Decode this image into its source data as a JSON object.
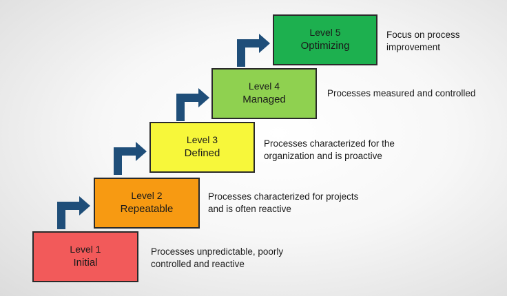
{
  "levels": [
    {
      "title": "Level 1",
      "name": "Initial",
      "color": "#f25a5a",
      "description_lines": [
        "Processes unpredictable, poorly",
        "controlled and reactive"
      ]
    },
    {
      "title": "Level 2",
      "name": "Repeatable",
      "color": "#f79a12",
      "description_lines": [
        "Processes characterized for projects",
        "and is often reactive"
      ]
    },
    {
      "title": "Level 3",
      "name": "Defined",
      "color": "#f7f73a",
      "description_lines": [
        "Processes characterized for the",
        "organization and is proactive"
      ]
    },
    {
      "title": "Level 4",
      "name": "Managed",
      "color": "#8fd150",
      "description_lines": [
        "Processes measured and controlled"
      ]
    },
    {
      "title": "Level 5",
      "name": "Optimizing",
      "color": "#1db04f",
      "description_lines": [
        "Focus on process",
        "improvement"
      ]
    }
  ],
  "arrow_color": "#1f4e79",
  "arrow_icon": "step-up-arrow-icon"
}
